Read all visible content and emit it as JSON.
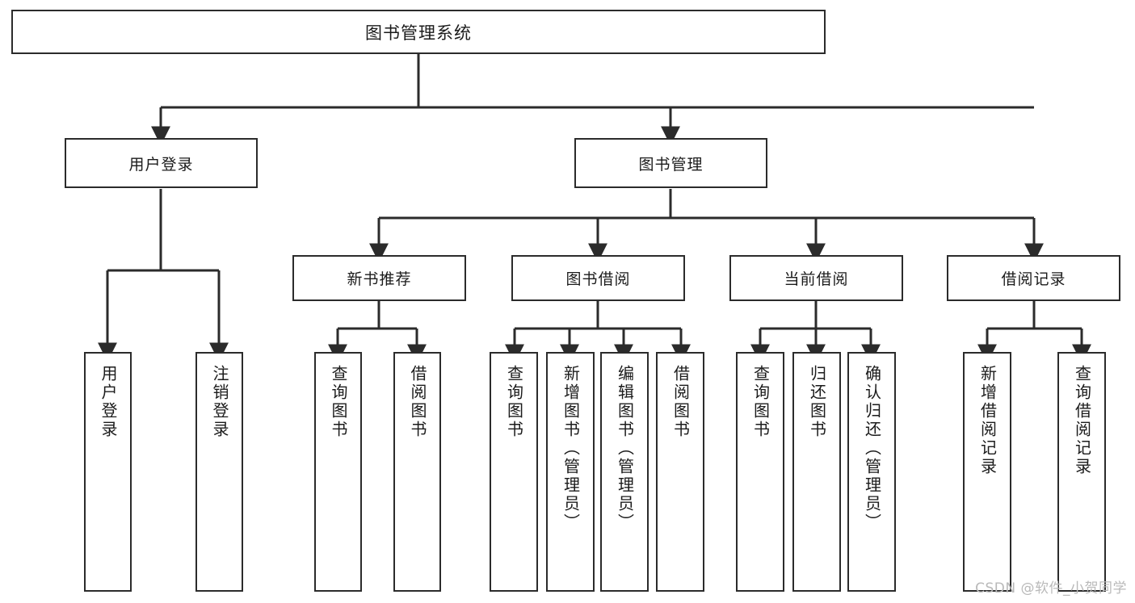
{
  "diagram": {
    "title": "图书管理系统",
    "type": "tree",
    "watermark": "CSDN @软件_小贺同学",
    "colors": {
      "box_border": "#2b2b2b",
      "box_fill": "#ffffff",
      "connector": "#2b2b2b",
      "text": "#1b1b1b",
      "watermark": "#b9b9b9",
      "background": "#ffffff"
    },
    "root": {
      "label": "图书管理系统"
    },
    "level2": [
      {
        "label": "用户登录"
      },
      {
        "label": "图书管理"
      }
    ],
    "level3": [
      {
        "label": "新书推荐"
      },
      {
        "label": "图书借阅"
      },
      {
        "label": "当前借阅"
      },
      {
        "label": "借阅记录"
      }
    ],
    "leaves": {
      "user_login": [
        {
          "label": "用户登录"
        },
        {
          "label": "注销登录"
        }
      ],
      "new_book_recommend": [
        {
          "label": "查询图书"
        },
        {
          "label": "借阅图书"
        }
      ],
      "book_borrow": [
        {
          "label": "查询图书"
        },
        {
          "label": "新增图书（管理员）"
        },
        {
          "label": "编辑图书（管理员）"
        },
        {
          "label": "借阅图书"
        }
      ],
      "current_borrow": [
        {
          "label": "查询图书"
        },
        {
          "label": "归还图书"
        },
        {
          "label": "确认归还（管理员）"
        }
      ],
      "borrow_record": [
        {
          "label": "新增借阅记录"
        },
        {
          "label": "查询借阅记录"
        }
      ]
    }
  }
}
